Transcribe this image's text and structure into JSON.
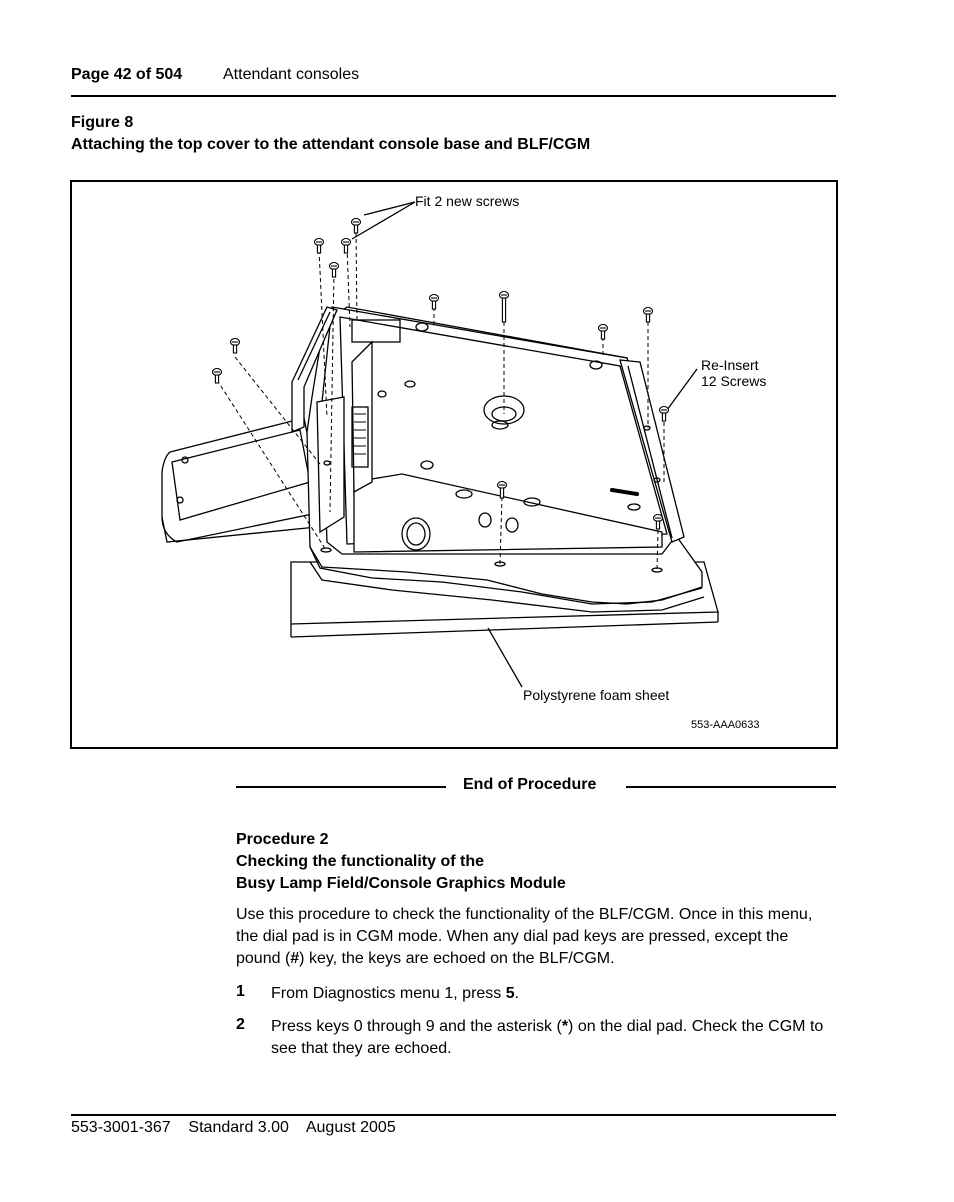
{
  "header": {
    "page": "Page 42 of 504",
    "section": "Attendant consoles"
  },
  "figure": {
    "number": "Figure 8",
    "title": "Attaching the top cover to the attendant console base and BLF/CGM",
    "callouts": {
      "fit_screws": "Fit 2 new screws",
      "reinsert_line1": "Re-Insert",
      "reinsert_line2": "12 Screws",
      "foam": "Polystyrene foam sheet",
      "drawing_id": "553-AAA0633"
    }
  },
  "end_of_procedure": "End of Procedure",
  "procedure": {
    "label": "Procedure 2",
    "title_line1": "Checking the functionality of the",
    "title_line2": "Busy Lamp Field/Console Graphics Module",
    "intro_before_bold": "Use this procedure to check the functionality of the BLF/CGM. Once in this menu, the dial pad is in CGM mode. When any dial pad keys are pressed, except the pound (",
    "intro_bold": "#",
    "intro_after_bold": ") key, the keys are echoed on the BLF/CGM.",
    "steps": [
      {
        "num": "1",
        "before": "From Diagnostics menu 1, press ",
        "bold": "5",
        "after": "."
      },
      {
        "num": "2",
        "before": "Press keys 0 through 9 and the asterisk (",
        "bold": "*",
        "after": ") on the dial pad. Check the CGM to see that they are echoed."
      }
    ]
  },
  "footer": {
    "doc_number": "553-3001-367",
    "standard": "Standard 3.00",
    "date": "August 2005"
  }
}
